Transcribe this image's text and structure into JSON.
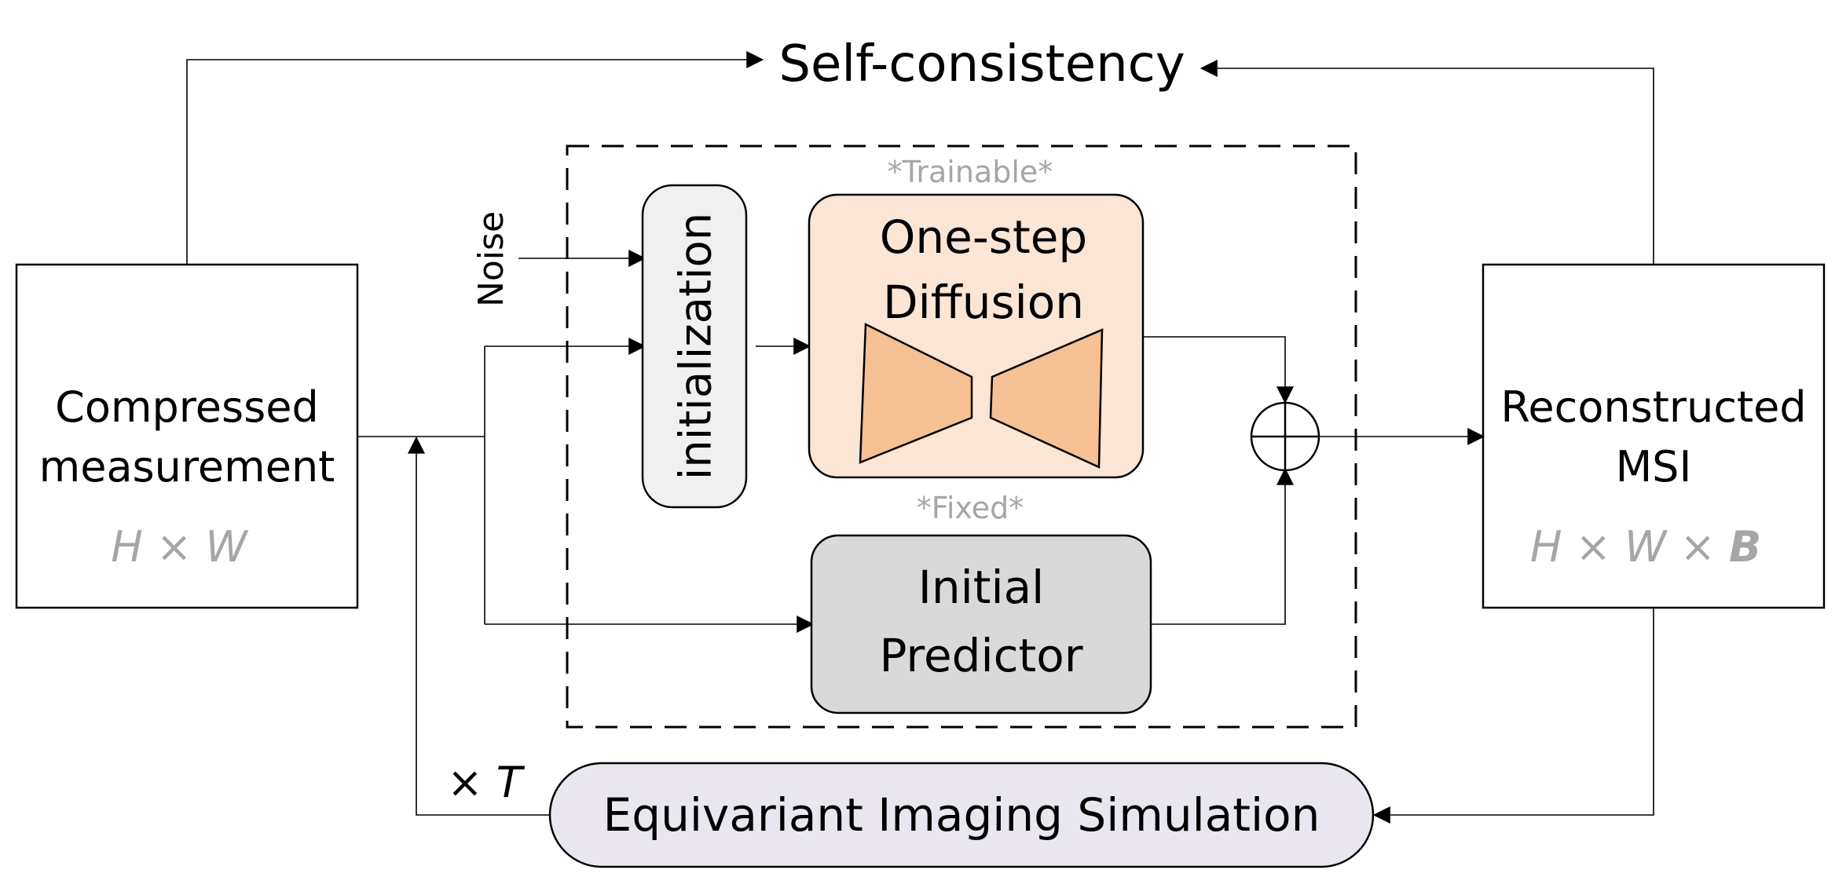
{
  "title": "Self-consistency",
  "left_box": {
    "line1": "Compressed",
    "line2": "measurement",
    "dims": "H × W"
  },
  "right_box": {
    "line1": "Reconstructed",
    "line2": "MSI",
    "dims_prefix": "H × W × ",
    "dims_bold": "B"
  },
  "noise_label": "Noise",
  "init_label": "initialization",
  "trainable_tag": "*Trainable*",
  "diffusion": {
    "line1": "One-step",
    "line2": "Diffusion"
  },
  "fixed_tag": "*Fixed*",
  "predictor": {
    "line1": "Initial",
    "line2": "Predictor"
  },
  "repeat_label": "× T",
  "simulation_label": "Equivariant Imaging Simulation",
  "colors": {
    "diffusion_fill": "#fbe5d5",
    "trapezoid_fill": "#f6c095",
    "predictor_fill": "#d9d9d9",
    "init_fill": "#f0f0f0",
    "simulation_fill": "#e9e6f0",
    "tag_gray": "#a6a6a6"
  }
}
